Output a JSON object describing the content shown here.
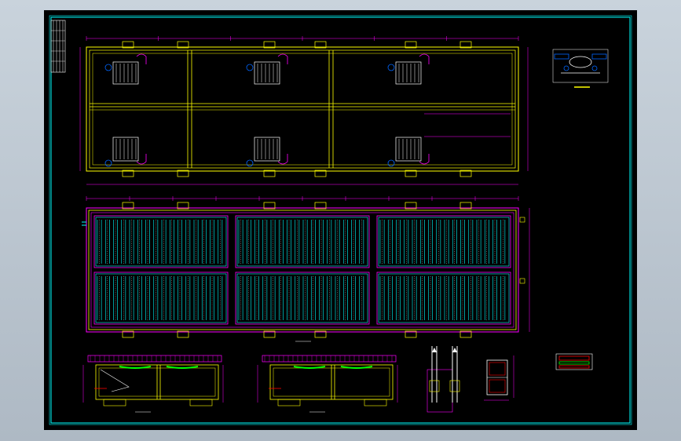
{
  "drawing": {
    "sheet_background": "#000000",
    "frame_color": "#00ffff",
    "line_colors": {
      "walls": "#ffff00",
      "dimensions": "#ff00ff",
      "membranes": "#00ffff",
      "fittings": "#ffffff",
      "grades": "#00ff00",
      "callouts": "#ff0000",
      "blue_parts": "#0066ff"
    },
    "plan_views": {
      "top_plan_cells": 6,
      "bottom_plan_cells": 6,
      "bottom_plan_modules_per_cell": 16
    },
    "detail_views": {
      "sections": 2,
      "small_details": 3,
      "legend_box": 1
    }
  }
}
